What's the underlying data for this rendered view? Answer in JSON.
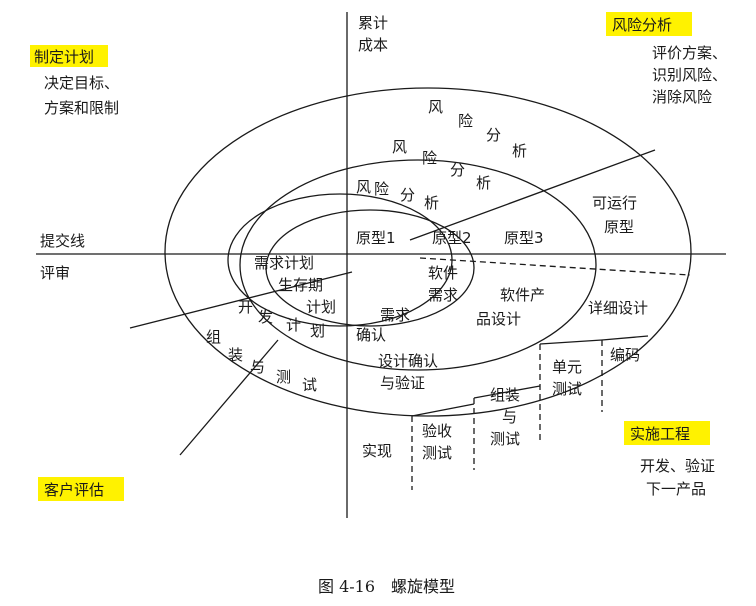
{
  "corners": {
    "top_left": {
      "title": "制定计划",
      "lines": [
        "决定目标、",
        "方案和限制"
      ]
    },
    "top_right": {
      "title": "风险分析",
      "lines": [
        "评价方案、",
        "识别风险、",
        "消除风险"
      ]
    },
    "bottom_left": {
      "title": "客户评估"
    },
    "bottom_right": {
      "title": "实施工程",
      "lines": [
        "开发、验证",
        "下一产品"
      ]
    }
  },
  "axes": {
    "y_label": [
      "累计",
      "成本"
    ],
    "x_label": "提交线",
    "review": "评审"
  },
  "risk_labels": {
    "outer": [
      "风",
      "险",
      "分",
      "析"
    ],
    "middle": [
      "风",
      "险",
      "分",
      "析"
    ],
    "inner": [
      "风",
      "险",
      "分",
      "析"
    ]
  },
  "prototypes": [
    "原型1",
    "原型2",
    "原型3",
    "可运行",
    "原型"
  ],
  "engineering": {
    "req": [
      "软件",
      "需求"
    ],
    "confirm": [
      "需求",
      "确认"
    ],
    "product_design": [
      "软件产",
      "品设计"
    ],
    "detail": "详细设计",
    "design_confirm": [
      "设计确认",
      "与验证"
    ],
    "unit": [
      "单元",
      "测试"
    ],
    "code": "编码",
    "integ": [
      "组装",
      "与",
      "测试"
    ],
    "accept": [
      "验收",
      "测试"
    ],
    "impl": "实现"
  },
  "planning": {
    "life": [
      "需求计划",
      "生存期",
      "计划"
    ],
    "dev_plan": [
      "开",
      "发",
      "计",
      "划"
    ],
    "integ_plan": [
      "组",
      "装",
      "与",
      "测",
      "试"
    ]
  },
  "caption": "图 4-16　螺旋模型"
}
